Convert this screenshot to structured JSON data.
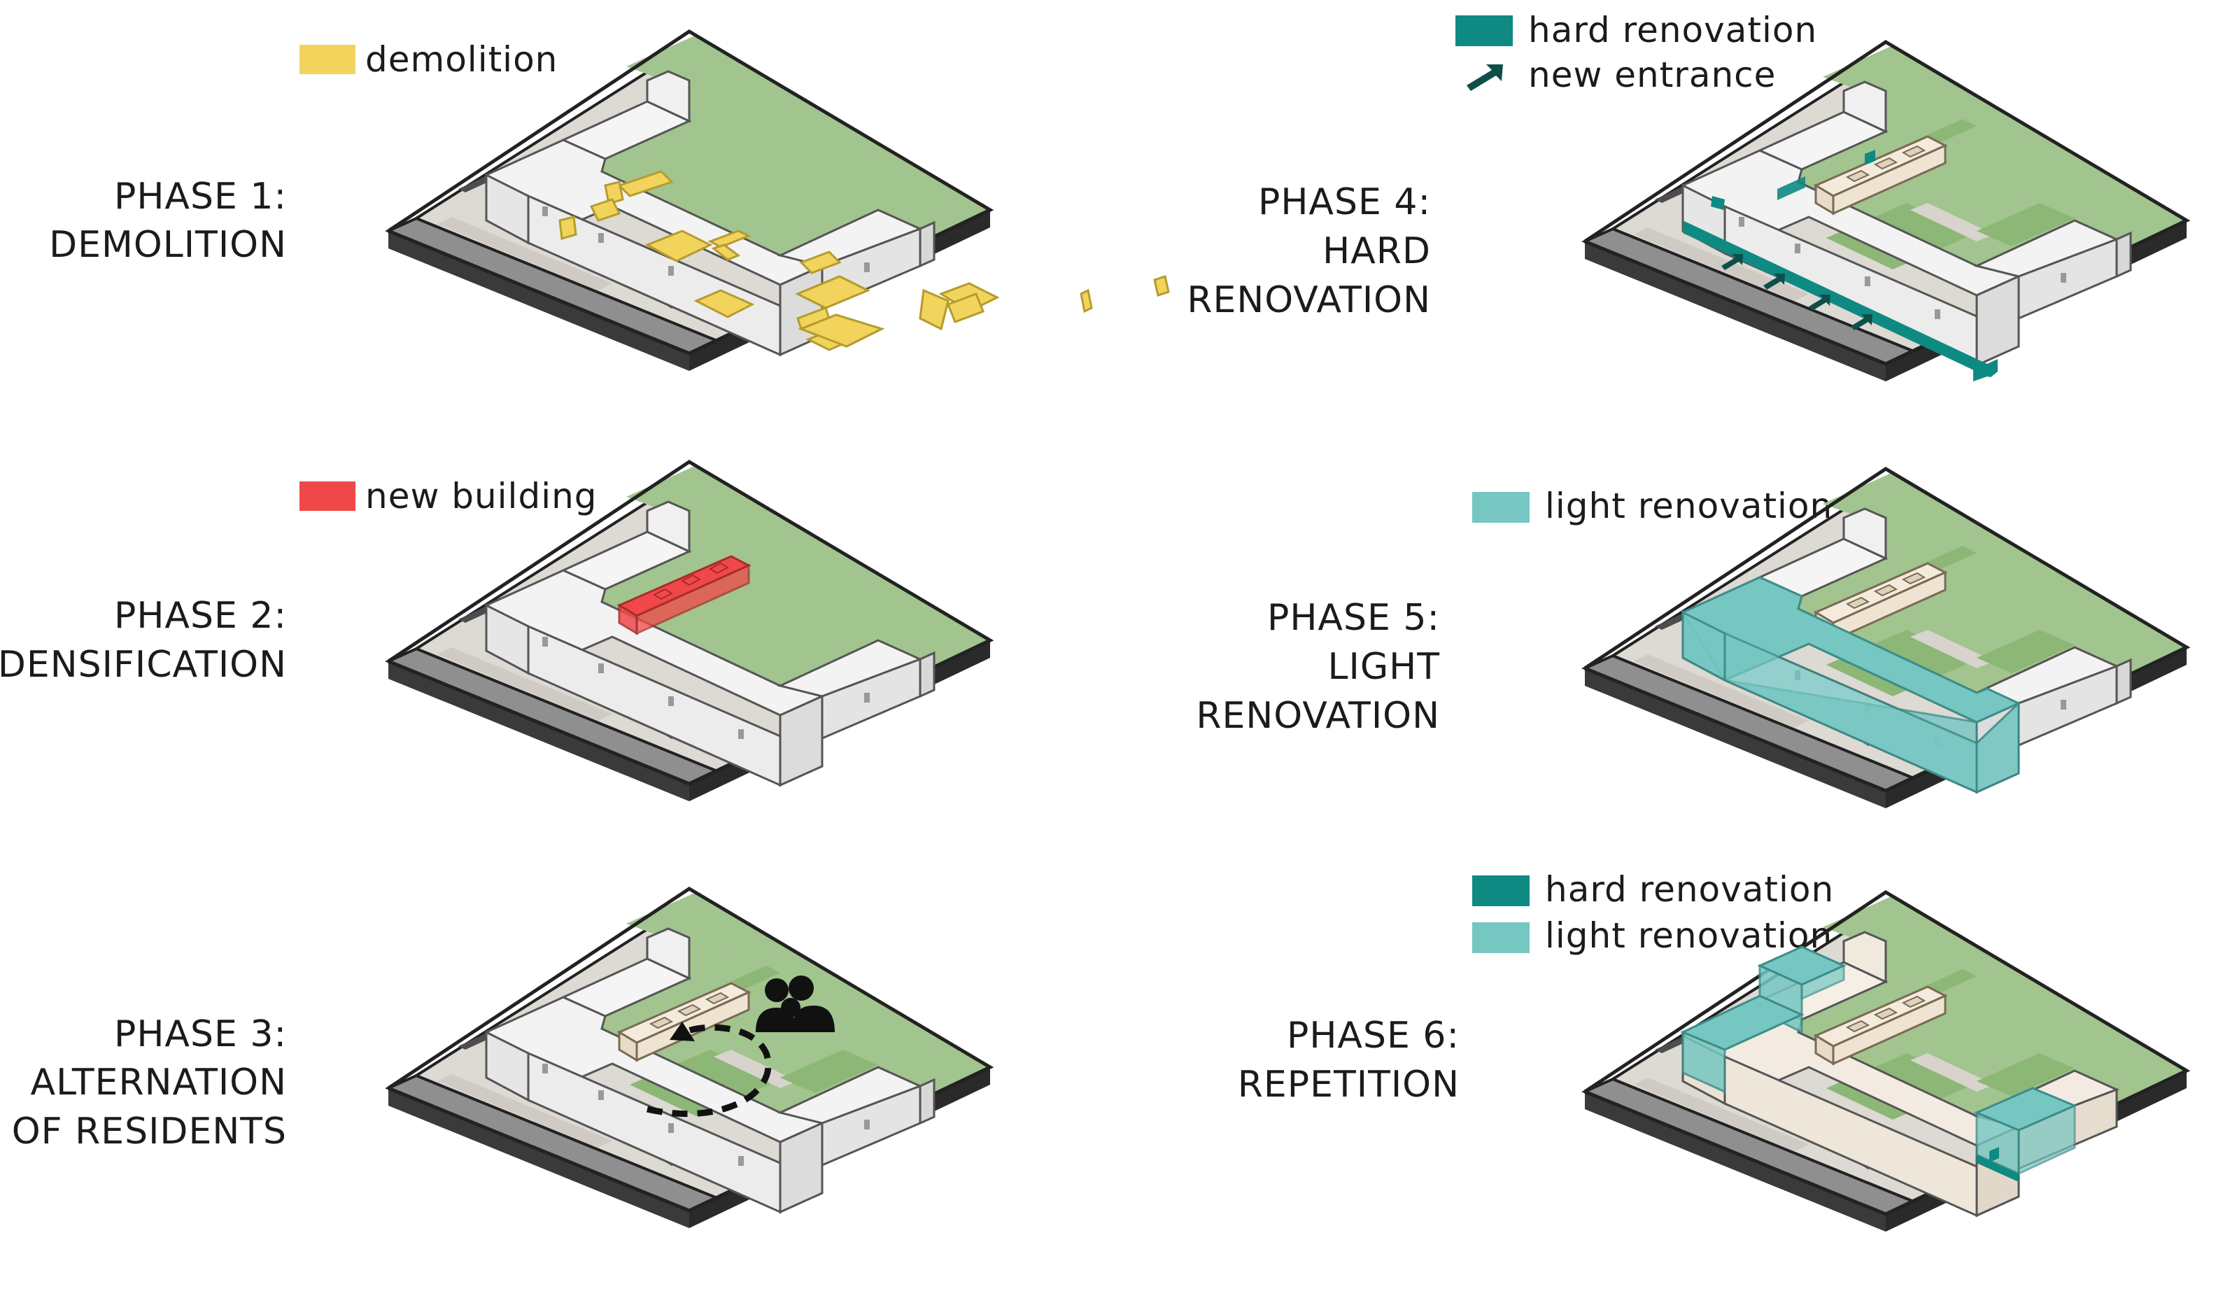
{
  "colors": {
    "demolition": "#f2d45c",
    "new_building": "#f04848",
    "hard_renovation": "#0e8a83",
    "light_renovation": "#76c6c2",
    "new_entrance": "#0e4f4a",
    "grass": "#a2c48f",
    "grass_dark": "#8cb776",
    "building": "#efefef",
    "street": "#8f8f8f",
    "paving": "#ddd9d3",
    "people": "#111111"
  },
  "panels": [
    {
      "id": "phase-1",
      "title_lines": [
        "PHASE 1:",
        "DEMOLITION"
      ],
      "legend": [
        {
          "swatch": "demolition",
          "label": "demolition"
        }
      ]
    },
    {
      "id": "phase-2",
      "title_lines": [
        "PHASE 2:",
        "DENSIFICATION"
      ],
      "legend": [
        {
          "swatch": "new_building",
          "label": "new building"
        }
      ]
    },
    {
      "id": "phase-3",
      "title_lines": [
        "PHASE 3:",
        "ALTERNATION",
        "OF RESIDENTS"
      ],
      "legend": [],
      "icon": "people-icon"
    },
    {
      "id": "phase-4",
      "title_lines": [
        "PHASE 4:",
        "HARD",
        "RENOVATION"
      ],
      "legend": [
        {
          "swatch": "hard_renovation",
          "label": "hard renovation"
        },
        {
          "swatch": "new_entrance",
          "label": "new entrance",
          "icon": "arrow-icon"
        }
      ]
    },
    {
      "id": "phase-5",
      "title_lines": [
        "PHASE 5:",
        "LIGHT",
        "RENOVATION"
      ],
      "legend": [
        {
          "swatch": "light_renovation",
          "label": "light renovation"
        }
      ]
    },
    {
      "id": "phase-6",
      "title_lines": [
        "PHASE 6:",
        "REPETITION"
      ],
      "legend": [
        {
          "swatch": "hard_renovation",
          "label": "hard renovation"
        },
        {
          "swatch": "light_renovation",
          "label": "light renovation"
        }
      ]
    }
  ]
}
